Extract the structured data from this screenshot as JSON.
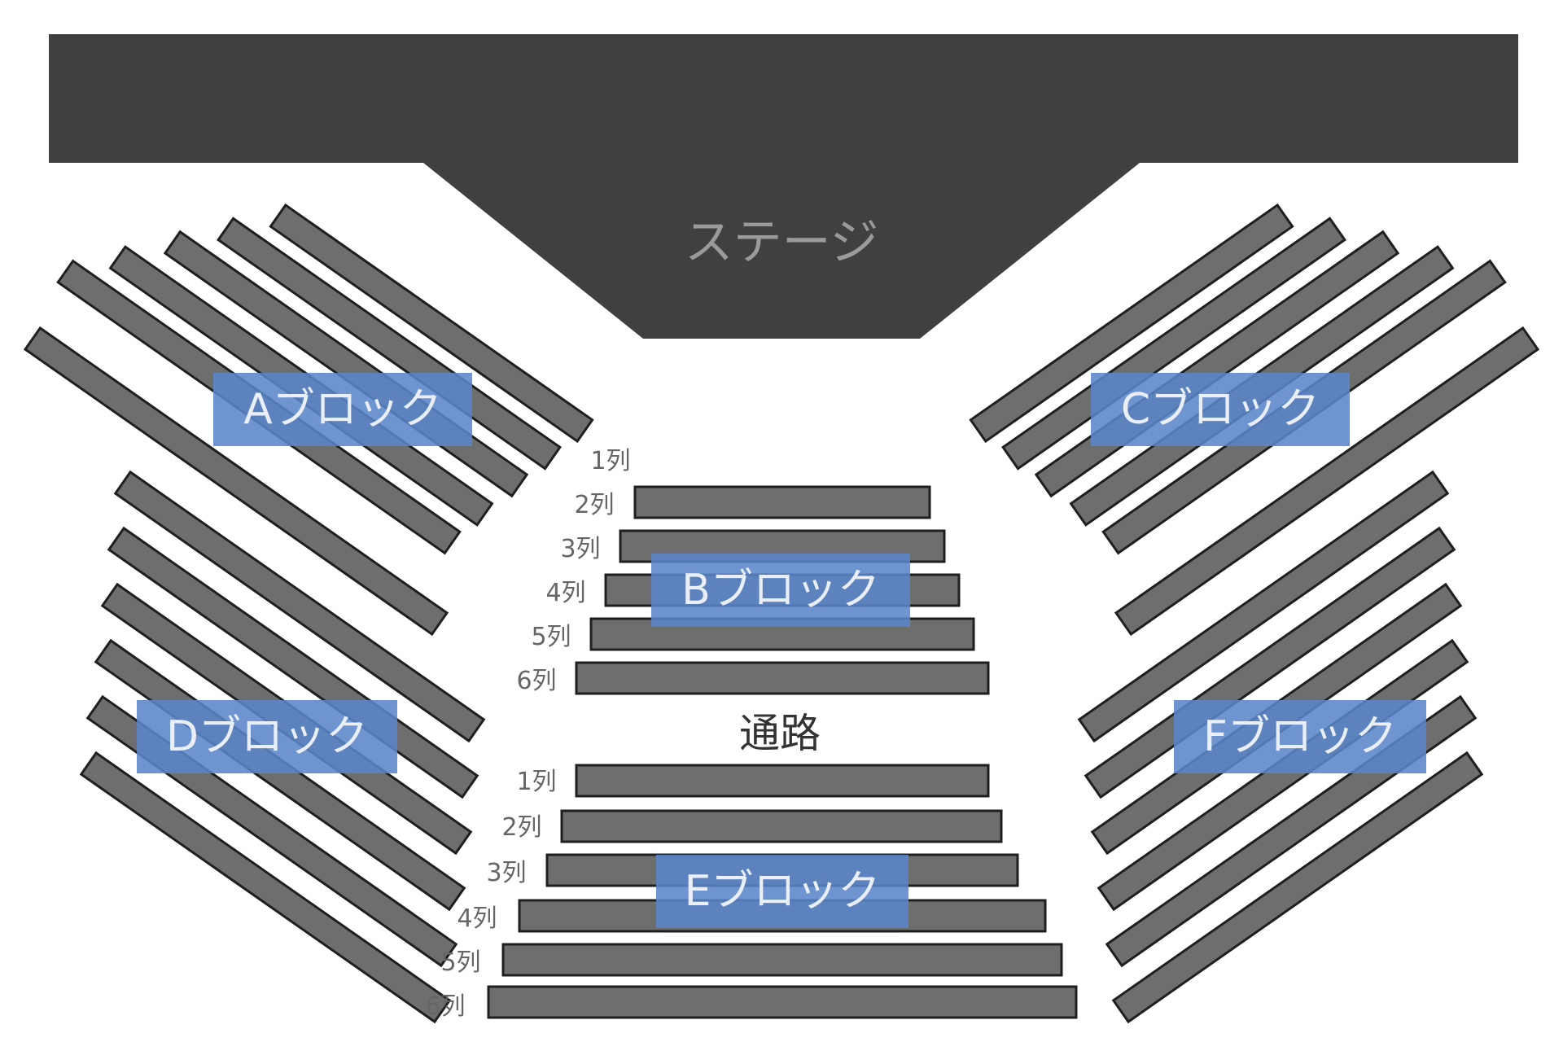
{
  "stage": {
    "label": "ステージ",
    "color": "#404040"
  },
  "aisle_label": "通路",
  "colors": {
    "row_fill": "#6e6e6e",
    "row_stroke": "#1f1f1f",
    "label_bg": "#5b86c9",
    "label_text": "#e9eef7"
  },
  "blocks": {
    "A": {
      "label": "Aブロック",
      "rows": 6
    },
    "B": {
      "label": "Bブロック",
      "rows": 5,
      "row_labels": [
        "1列",
        "2列",
        "3列",
        "4列",
        "5列",
        "6列"
      ]
    },
    "C": {
      "label": "Cブロック",
      "rows": 6
    },
    "D": {
      "label": "Dブロック",
      "rows": 6
    },
    "E": {
      "label": "Eブロック",
      "rows": 6,
      "row_labels": [
        "1列",
        "2列",
        "3列",
        "4列",
        "5列",
        "6列"
      ]
    },
    "F": {
      "label": "Fブロック",
      "rows": 6
    }
  }
}
